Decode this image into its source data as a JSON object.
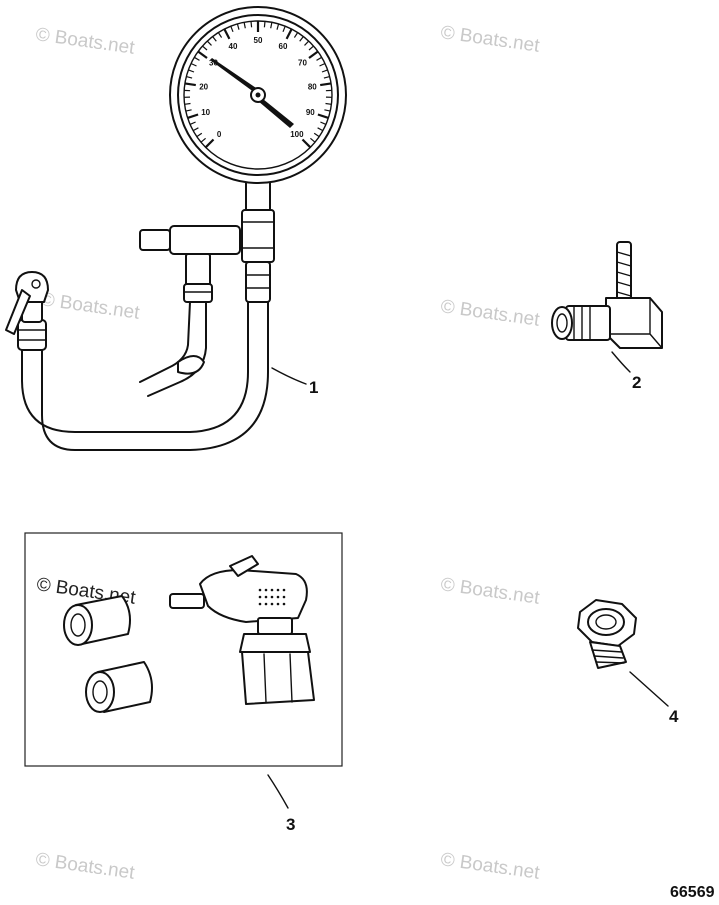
{
  "watermark": {
    "text": "© Boats.net",
    "color": "#c9c9c9"
  },
  "callouts": [
    {
      "id": "1",
      "label": "1"
    },
    {
      "id": "2",
      "label": "2"
    },
    {
      "id": "3",
      "label": "3"
    },
    {
      "id": "4",
      "label": "4"
    }
  ],
  "figure_number": "66569",
  "gauge": {
    "major_labels": [
      "0",
      "10",
      "20",
      "30",
      "40",
      "50",
      "60",
      "70",
      "80",
      "90",
      "100"
    ]
  }
}
